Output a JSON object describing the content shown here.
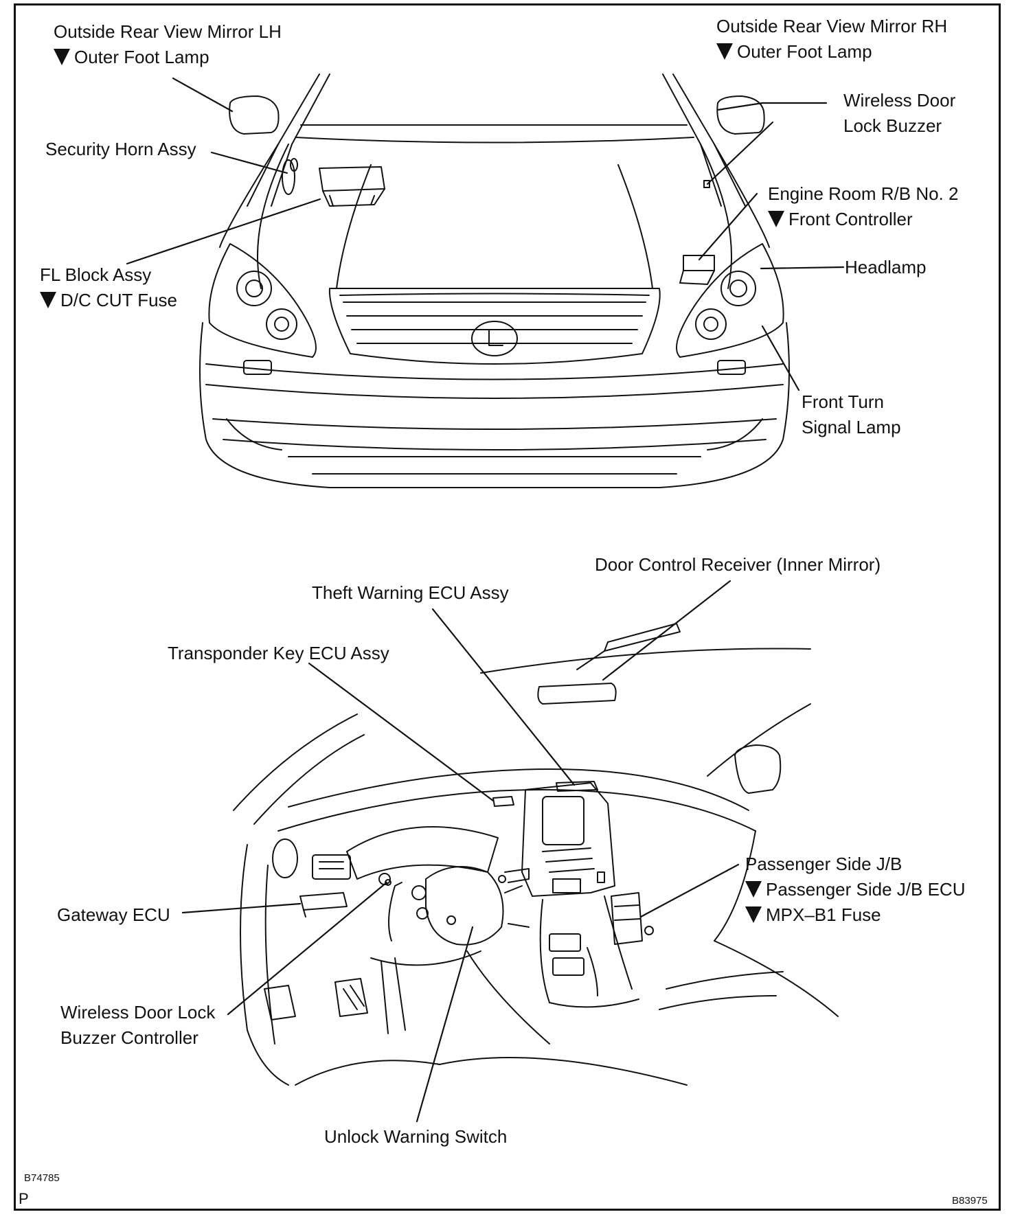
{
  "figure_code_left": "B74785",
  "figure_code_right": "B83975",
  "page_mark": "P",
  "front_view": {
    "mirror_lh": {
      "title": "Outside Rear View Mirror LH",
      "sub": "Outer Foot Lamp"
    },
    "mirror_rh": {
      "title": "Outside Rear View Mirror RH",
      "sub": "Outer Foot Lamp"
    },
    "wireless_buzzer": {
      "line1": "Wireless Door",
      "line2": "Lock Buzzer"
    },
    "security_horn": "Security Horn Assy",
    "engine_room_rb": {
      "title": "Engine Room R/B No. 2",
      "sub": "Front Controller"
    },
    "headlamp": "Headlamp",
    "fl_block": {
      "title": "FL Block Assy",
      "sub": "D/C CUT Fuse"
    },
    "front_turn": {
      "line1": "Front Turn",
      "line2": "Signal Lamp"
    }
  },
  "interior_view": {
    "door_control_receiver": "Door Control Receiver (Inner Mirror)",
    "theft_warning_ecu": "Theft Warning ECU Assy",
    "transponder_ecu": "Transponder Key ECU Assy",
    "passenger_jb": {
      "title": "Passenger Side J/B",
      "sub1": "Passenger Side J/B ECU",
      "sub2": "MPX–B1 Fuse"
    },
    "gateway_ecu": "Gateway ECU",
    "buzzer_controller": {
      "line1": "Wireless Door Lock",
      "line2": "Buzzer Controller"
    },
    "unlock_switch": "Unlock Warning Switch"
  }
}
